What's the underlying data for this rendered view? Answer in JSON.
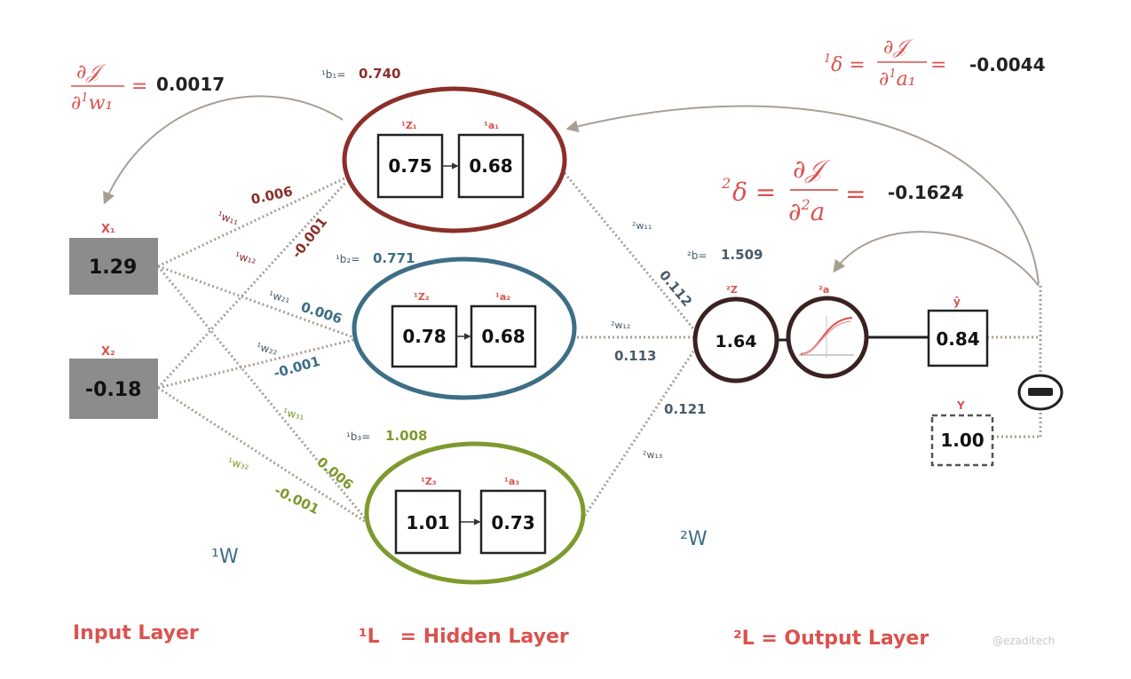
{
  "colors": {
    "red": "#d9534f",
    "hidden1": "#8b2f2a",
    "hidden2": "#3d6e86",
    "hidden3": "#7e9a2e",
    "input_box": "#8c8c8c",
    "weight_text": "#4a5a6a",
    "dots": "#a89f94"
  },
  "eq_left": {
    "num": "∂𝒥",
    "den_pre": "∂",
    "den_sup": "1",
    "den_post": "w₁",
    "equals": "=",
    "value": "0.0017"
  },
  "eq_top_right": {
    "pre_sup": "1",
    "delta": "δ =",
    "num": "∂𝒥",
    "den_pre": "∂",
    "den_sup": "1",
    "den_post": "a₁",
    "equals": "=",
    "value": "-0.0044"
  },
  "eq_mid_right": {
    "pre_sup": "2",
    "delta": "δ =",
    "num": "∂𝒥",
    "den_pre": "∂",
    "den_sup": "2",
    "den_post": "a",
    "equals": "=",
    "value": "-0.1624"
  },
  "inputs": [
    {
      "label": "X₁",
      "value": "1.29"
    },
    {
      "label": "X₂",
      "value": "-0.18"
    }
  ],
  "hidden": [
    {
      "bias_label": "¹b₁=",
      "bias": "0.740",
      "z_label": "¹Z₁",
      "z": "0.75",
      "a_label": "¹a₁",
      "a": "0.68"
    },
    {
      "bias_label": "¹b₂=",
      "bias": "0.771",
      "z_label": "¹Z₂",
      "z": "0.78",
      "a_label": "¹a₂",
      "a": "0.68"
    },
    {
      "bias_label": "¹b₃=",
      "bias": "1.008",
      "z_label": "¹Z₃",
      "z": "1.01",
      "a_label": "¹a₃",
      "a": "0.73"
    }
  ],
  "weights1": [
    {
      "label": "¹w₁₁",
      "value": "0.006"
    },
    {
      "label": "¹w₁₂",
      "value": "-0.001"
    },
    {
      "label": "¹w₂₁",
      "value": "0.006"
    },
    {
      "label": "¹w₂₂",
      "value": "-0.001"
    },
    {
      "label": "¹w₃₁",
      "value": "0.006"
    },
    {
      "label": "¹w₃₂",
      "value": "-0.001"
    }
  ],
  "weights2": [
    {
      "label": "²w₁₁",
      "value": "0.112"
    },
    {
      "label": "²w₁₂",
      "value": "0.113"
    },
    {
      "label": "²w₁₃",
      "value": "0.121"
    }
  ],
  "output": {
    "bias_label": "²b=",
    "bias": "1.509",
    "z_label": "²Z",
    "z": "1.64",
    "a_label": "²a",
    "yhat_label": "ŷ",
    "yhat": "0.84",
    "y_label": "Y",
    "y": "1.00"
  },
  "layer_names": {
    "w1": "¹W",
    "w2": "²W",
    "input": "Input Layer",
    "hidden": "¹L   = Hidden Layer",
    "output": "²L = Output Layer"
  },
  "watermark": "@ezaditech"
}
